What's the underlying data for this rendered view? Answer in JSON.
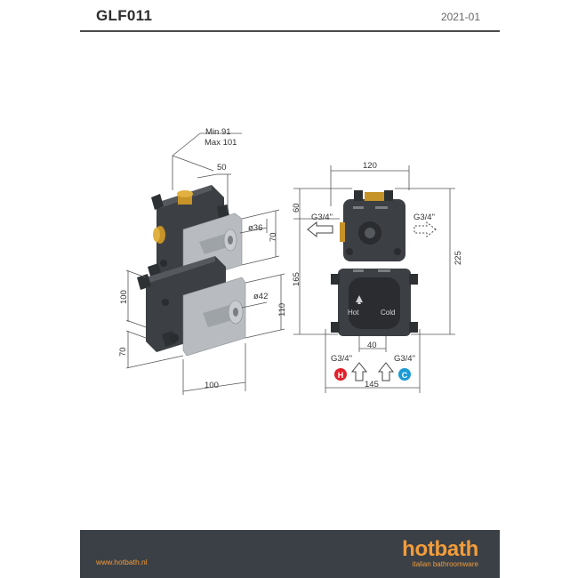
{
  "header": {
    "title": "GLF011",
    "date": "2021-01"
  },
  "side_view": {
    "depth_min": "Min 91",
    "depth_max": "Max 101",
    "dim_50": "50",
    "dim_diam36": "ø36",
    "dim_70_upper": "70",
    "dim_100_left": "100",
    "dim_diam42": "ø42",
    "dim_110": "110",
    "dim_70_lower": "70",
    "dim_100_bottom": "100"
  },
  "front_view": {
    "dim_120": "120",
    "dim_60": "60",
    "dim_165": "165",
    "dim_225": "225",
    "dim_40": "40",
    "dim_145": "145",
    "outlet_left": "G3/4\"",
    "outlet_right": "G3/4\"",
    "inlet_hot": "G3/4\"",
    "inlet_cold": "G3/4\"",
    "label_hot": "Hot",
    "label_cold": "Cold",
    "hot_badge": "H",
    "cold_badge": "C",
    "hot_color": "#e0202a",
    "cold_color": "#1a9ad6"
  },
  "footer": {
    "url": "www.hotbath.nl",
    "brand": "hotbath",
    "tagline": "italian bathroomware"
  }
}
